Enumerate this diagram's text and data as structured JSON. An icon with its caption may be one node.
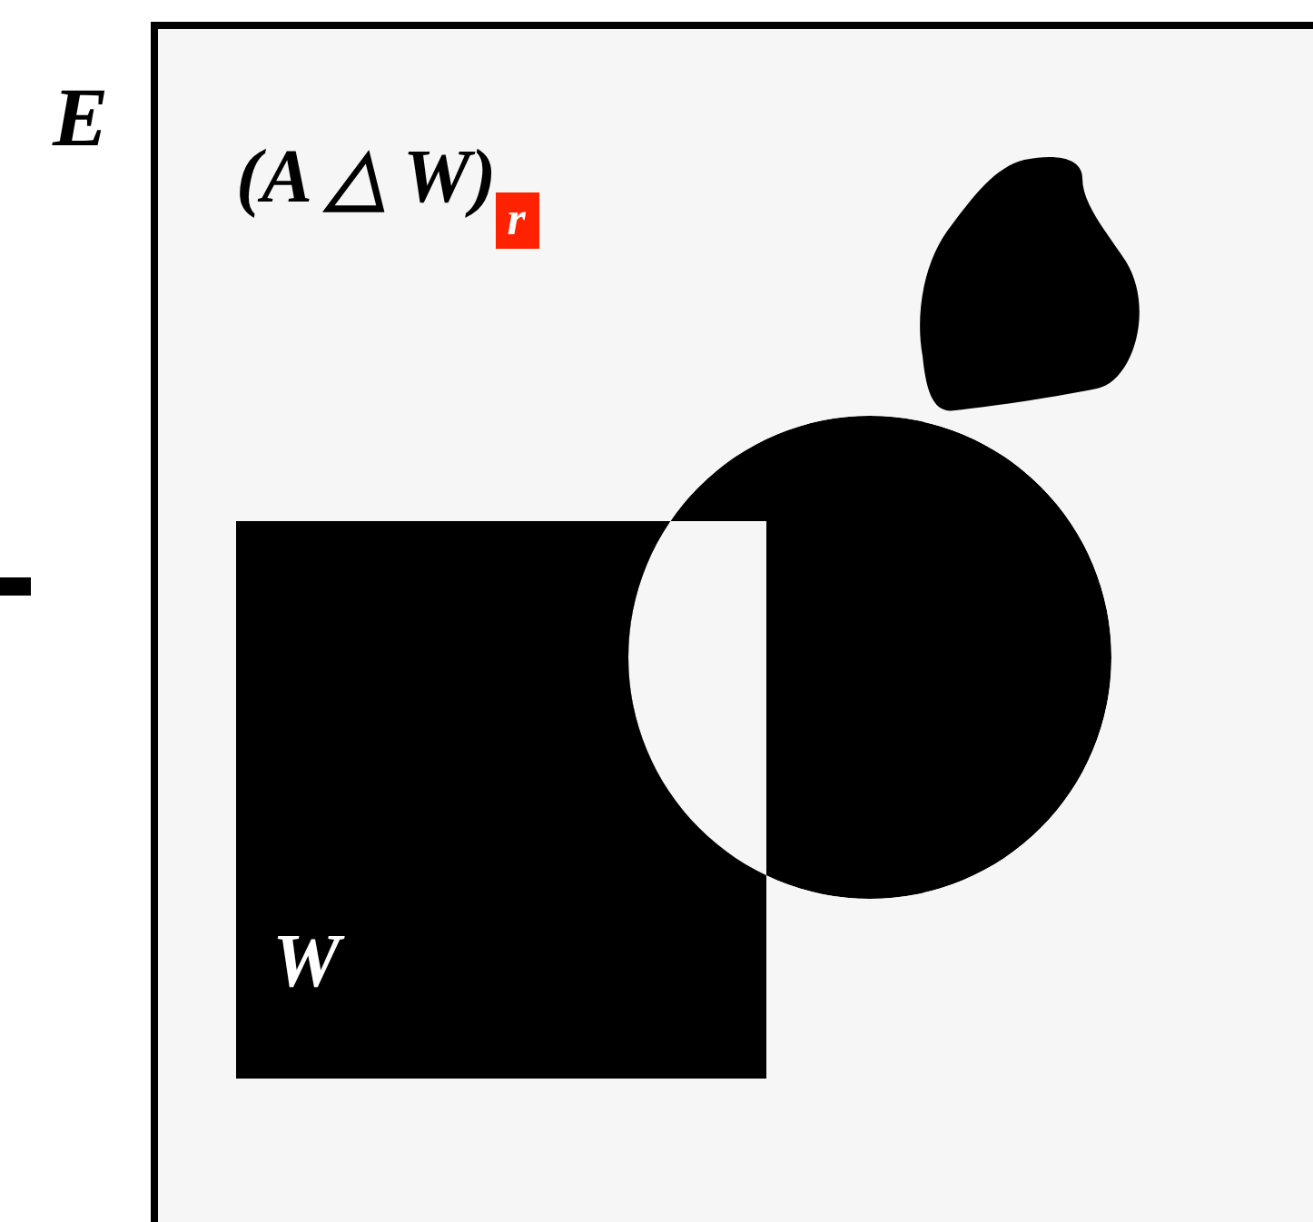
{
  "diagram": {
    "nodes": [
      {
        "text": [
          "E"
        ]
      },
      {
        "text": [
          "W"
        ],
        "in": 0
      },
      {
        "text": [],
        "shape": "circle",
        "in": 0
      },
      {
        "text": [],
        "shape": "blob",
        "in": 0
      }
    ],
    "labels": [
      "(A △ W)$_{r}$"
    ]
  }
}
